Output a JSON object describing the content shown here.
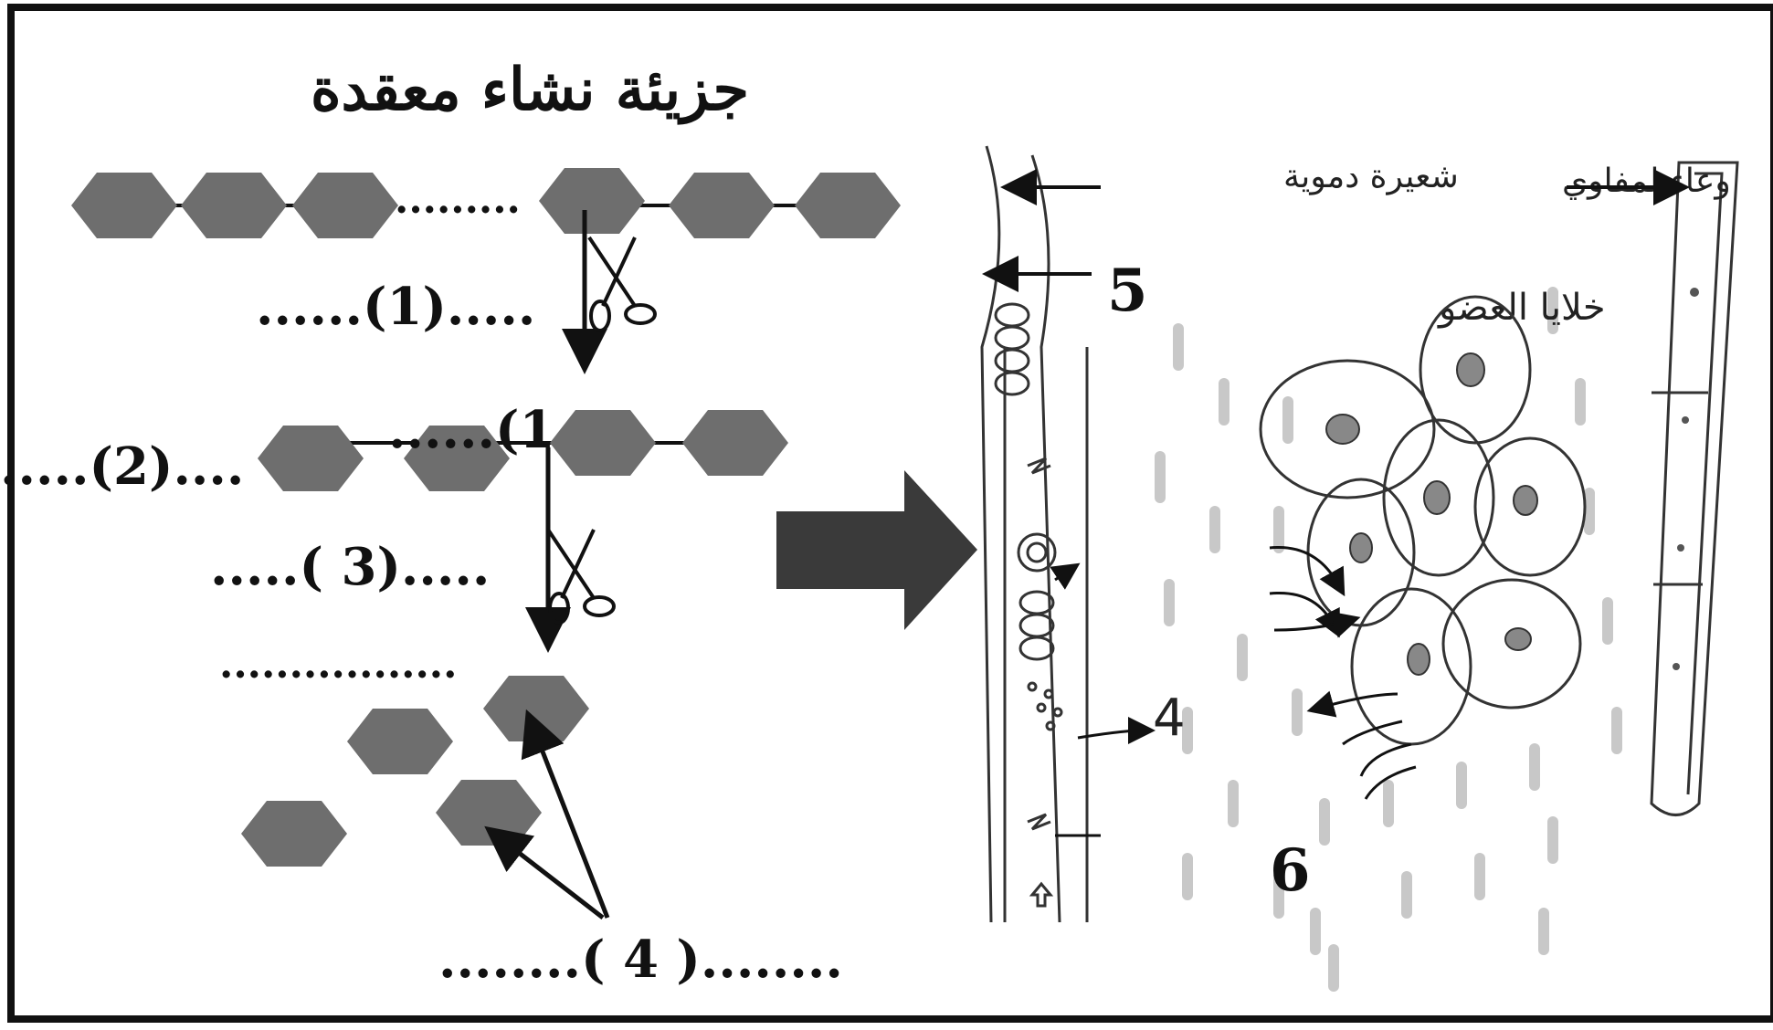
{
  "title": "جزيئة نشاء معقدة",
  "left_blanks": {
    "b1": "......(1).....",
    "b1b": "......(1",
    "b2": ".....(2)....",
    "b3": ".....( 3).....",
    "b4": "........( 4 )........",
    "dots": "................."
  },
  "right_labels": {
    "capillary": "شعيرة دموية",
    "lymph_vessel": "وعاء لمفاوي",
    "organ_cells": "خلايا العضو",
    "n4": "4",
    "n5": "5",
    "n6": "6"
  },
  "colors": {
    "hexagon": "#6e6e6e",
    "line": "#111111",
    "big_arrow": "#3a3a3a"
  },
  "icons": [
    "scissors-icon",
    "scissors-icon",
    "big-arrow-right-icon"
  ]
}
